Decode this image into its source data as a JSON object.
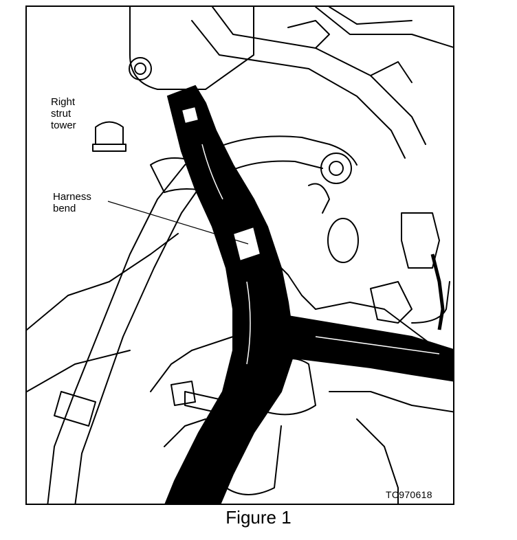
{
  "figure": {
    "callouts": {
      "strut_tower": "Right\nstrut\ntower",
      "harness_bend": "Harness\nbend"
    },
    "drawing_code": "TC970618",
    "caption": "Figure 1"
  },
  "colors": {
    "ink": "#000000",
    "paper": "#ffffff"
  }
}
